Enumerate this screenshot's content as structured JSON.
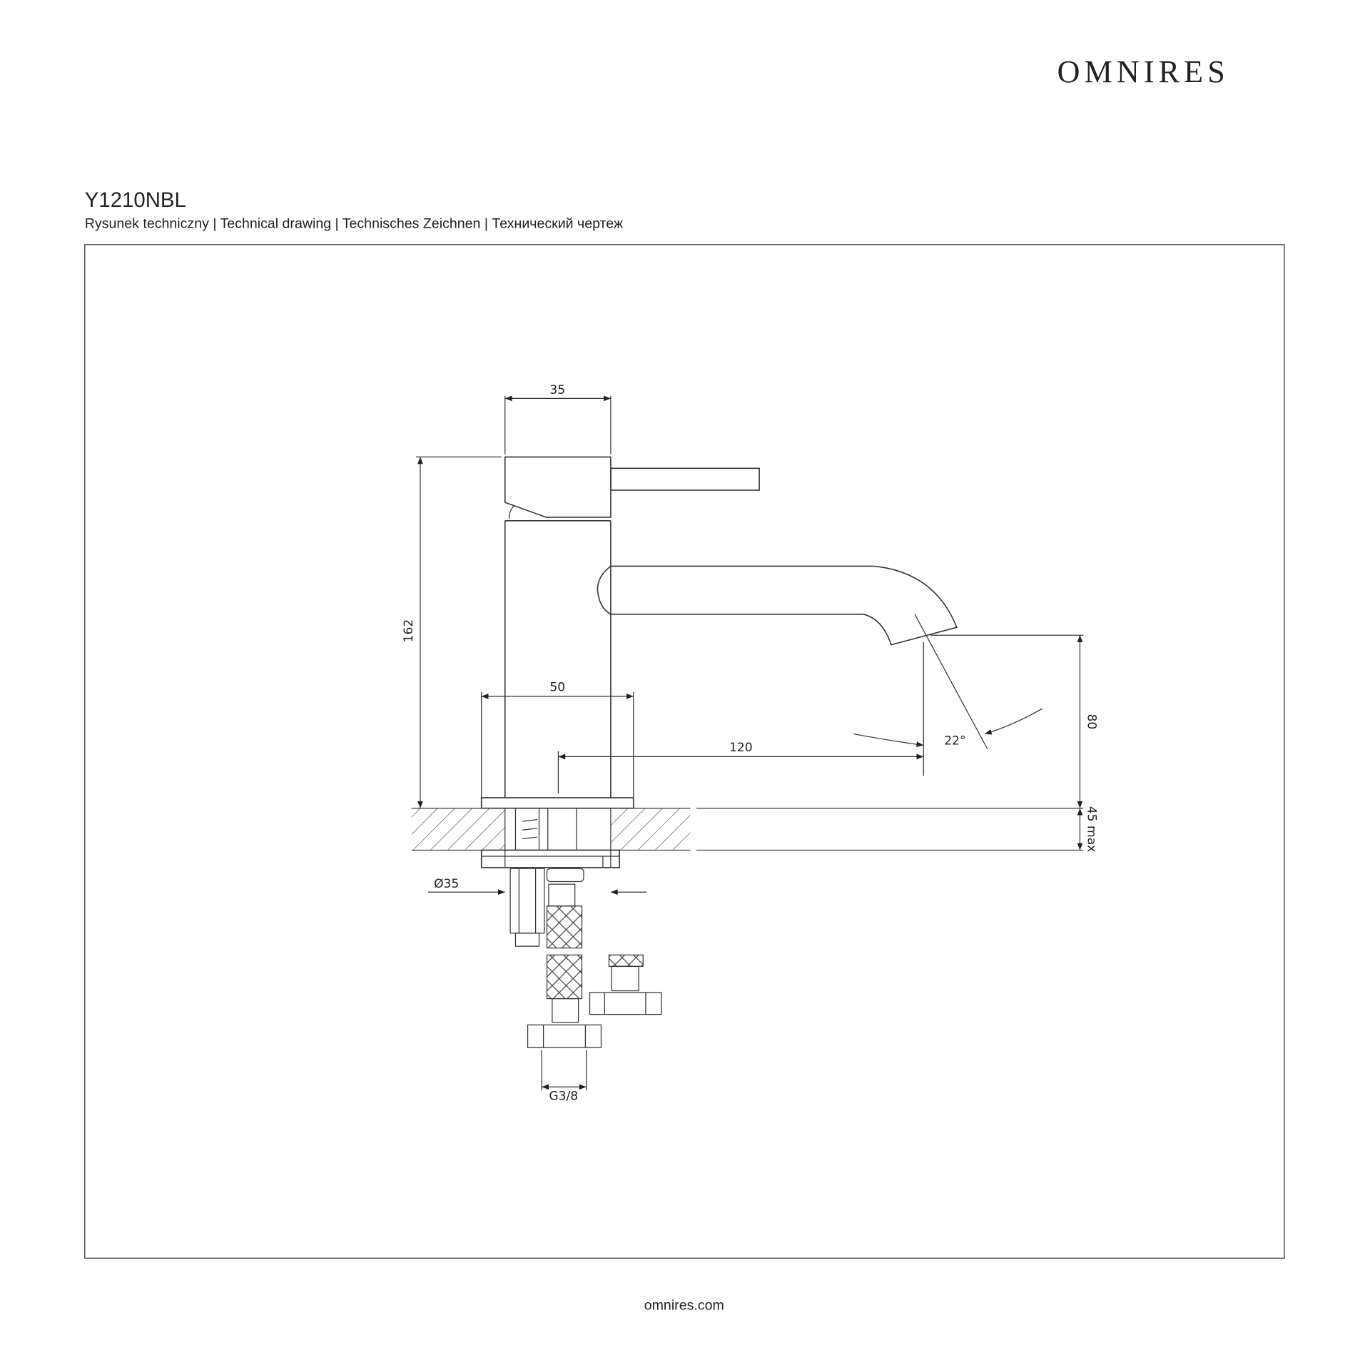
{
  "brand": "OMNIRES",
  "product_code": "Y1210NBL",
  "subtitle": "Rysunek techniczny | Technical drawing | Technisches Zeichnen | Технический чертеж",
  "dimensions": {
    "top_width": "35",
    "height": "162",
    "base_width": "50",
    "reach": "120",
    "angle": "22°",
    "spout_height": "80",
    "counter_thickness": "45 max",
    "hole_diameter": "Ø35",
    "thread": "G3/8"
  },
  "footer": "omnires.com"
}
